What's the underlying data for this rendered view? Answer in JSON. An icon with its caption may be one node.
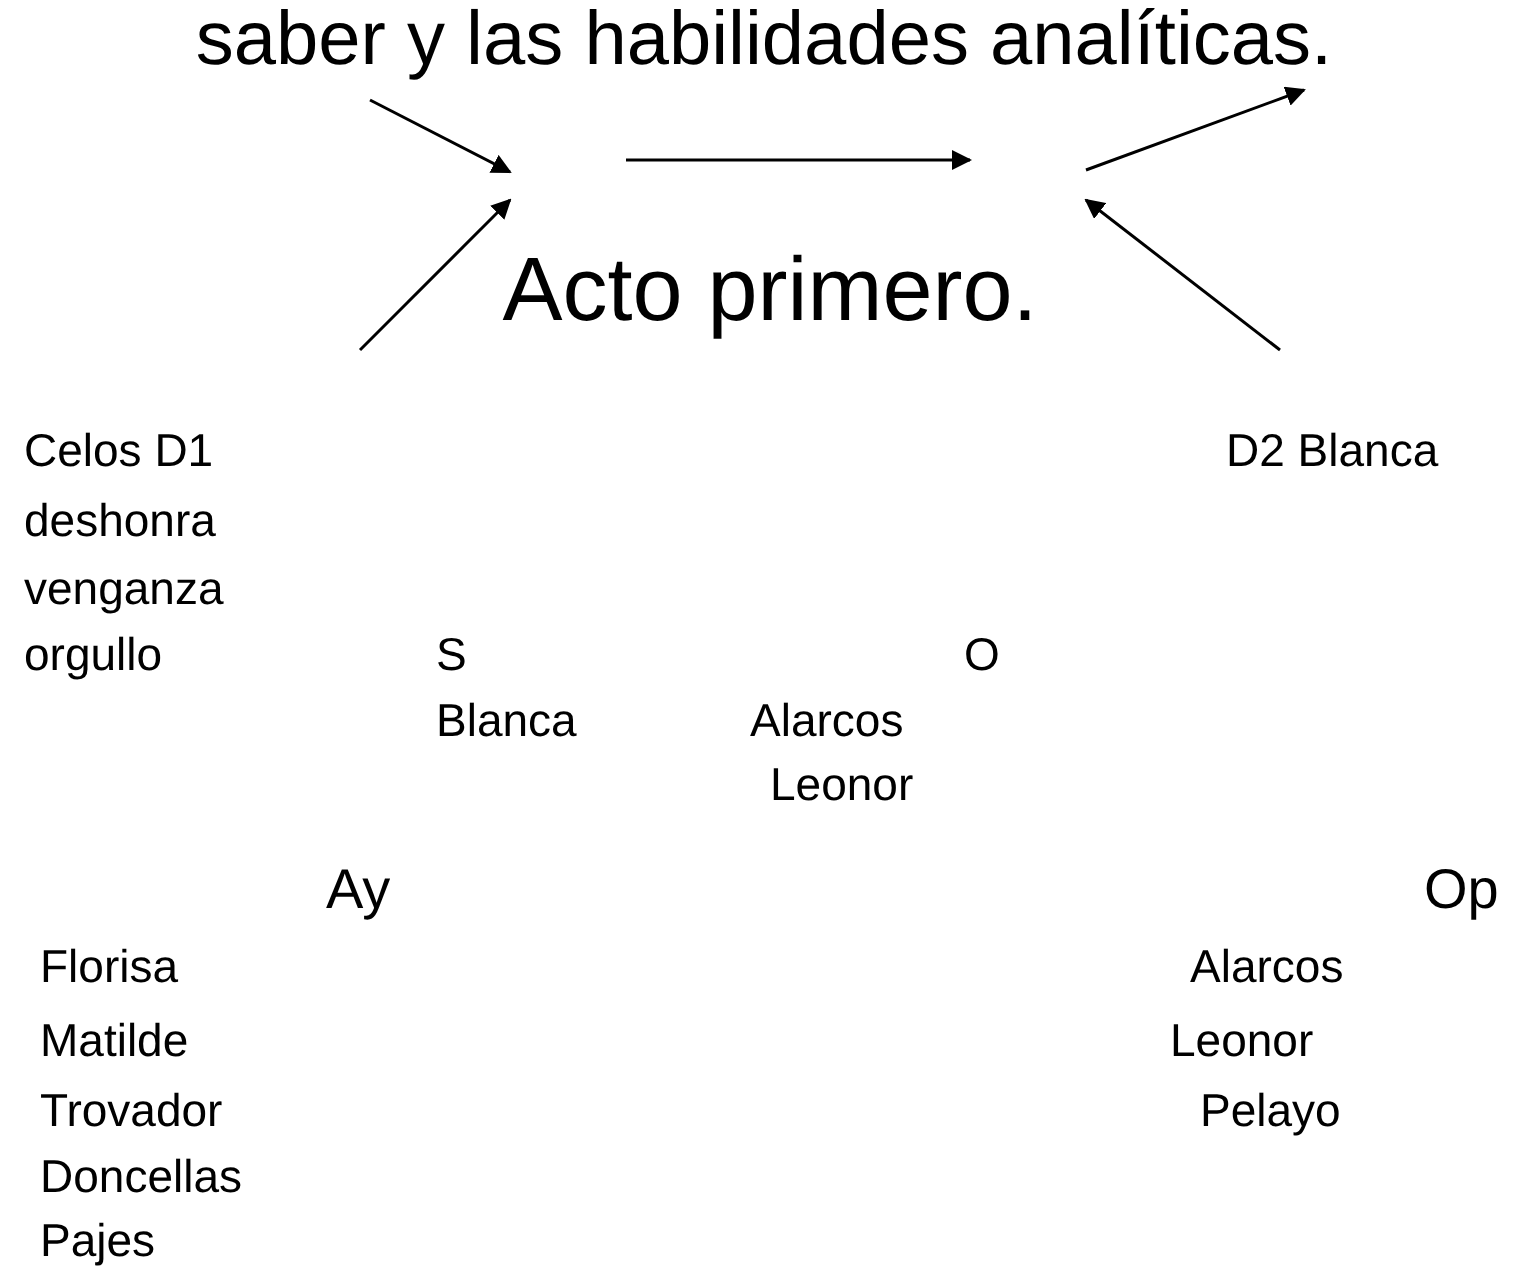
{
  "diagram": {
    "title": "Acto primero.",
    "labels": [
      "saber y las habilidades analíticas.",
      "Celos D1",
      "D2 Blanca",
      "deshonra",
      "venganza",
      "orgullo",
      "S",
      "O",
      "Blanca",
      "Alarcos",
      "Leonor",
      "Ay",
      "Op",
      "Florisa",
      "Alarcos",
      "Matilde",
      "Leonor",
      "Trovador",
      "Pelayo",
      "Doncellas",
      "Pajes"
    ]
  }
}
